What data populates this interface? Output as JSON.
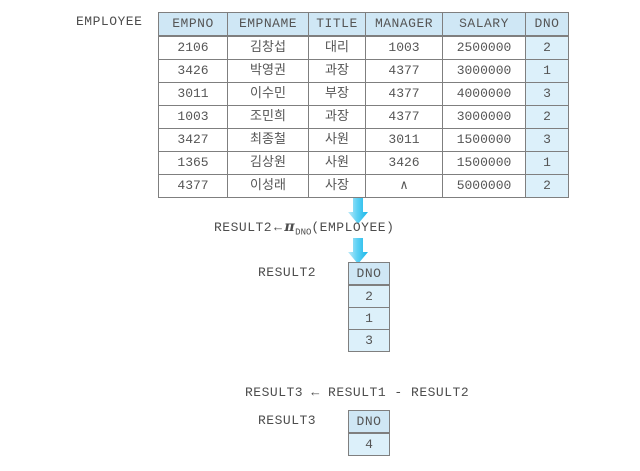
{
  "diagram": {
    "title_label": "EMPLOYEE",
    "employee_table": {
      "name": "EMPLOYEE",
      "columns": [
        "EMPNO",
        "EMPNAME",
        "TITLE",
        "MANAGER",
        "SALARY",
        "DNO"
      ],
      "rows": [
        {
          "empno": "2106",
          "empname": "김창섭",
          "title": "대리",
          "manager": "1003",
          "salary": "2500000",
          "dno": "2"
        },
        {
          "empno": "3426",
          "empname": "박영권",
          "title": "과장",
          "manager": "4377",
          "salary": "3000000",
          "dno": "1"
        },
        {
          "empno": "3011",
          "empname": "이수민",
          "title": "부장",
          "manager": "4377",
          "salary": "4000000",
          "dno": "3"
        },
        {
          "empno": "1003",
          "empname": "조민희",
          "title": "과장",
          "manager": "4377",
          "salary": "3000000",
          "dno": "2"
        },
        {
          "empno": "3427",
          "empname": "최종철",
          "title": "사원",
          "manager": "3011",
          "salary": "1500000",
          "dno": "3"
        },
        {
          "empno": "1365",
          "empname": "김상원",
          "title": "사원",
          "manager": "3426",
          "salary": "1500000",
          "dno": "1"
        },
        {
          "empno": "4377",
          "empname": "이성래",
          "title": "사장",
          "manager": "∧",
          "salary": "5000000",
          "dno": "2"
        }
      ]
    },
    "formula_project": {
      "result": "RESULT2",
      "assign": "←",
      "operator": "π",
      "subscript": "DNO",
      "operand": "(EMPLOYEE)"
    },
    "result2_table": {
      "name": "RESULT2",
      "columns": [
        "DNO"
      ],
      "rows": [
        "2",
        "1",
        "3"
      ]
    },
    "formula_difference": {
      "text": "RESULT3  ←  RESULT1  -  RESULT2"
    },
    "result3_table": {
      "name": "RESULT3",
      "columns": [
        "DNO"
      ],
      "rows": [
        "4"
      ]
    },
    "arrows": {
      "icon": "down-arrow-icon",
      "color": "#29c5f6",
      "count": 2
    },
    "colors": {
      "header_fill": "#cfe7f5",
      "key_fill": "#dcf0fa",
      "border": "#7f7f7f",
      "text": "#555555",
      "background": "#ffffff"
    }
  }
}
